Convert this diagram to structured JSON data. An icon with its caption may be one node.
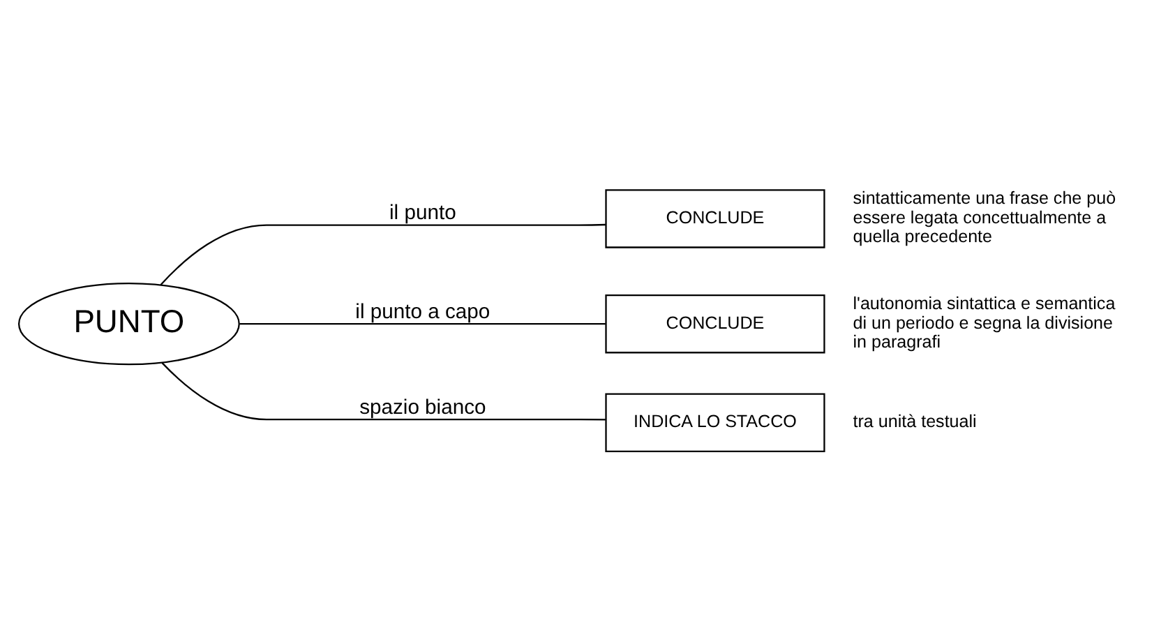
{
  "diagram": {
    "nodes": [
      {
        "text": [
          "PUNTO"
        ]
      },
      {
        "text": [
          "CONCLUDE"
        ],
        "beside": [
          "sintatticamente una frase che può essere legata concettualmente a quella precedente"
        ]
      },
      {
        "text": [
          "CONCLUDE"
        ],
        "beside": [
          "l'autonomia sintattica e semantica di un periodo e segna la divisione in paragrafi"
        ]
      },
      {
        "text": [
          "INDICA LO STACCO"
        ],
        "beside": [
          "tra unità testuali"
        ]
      }
    ],
    "edges": [
      {
        "from": 0,
        "to": 1,
        "arrow": "none",
        "label": "il punto"
      },
      {
        "from": 0,
        "to": 2,
        "arrow": "none",
        "label": "il punto a capo"
      },
      {
        "from": 0,
        "to": 3,
        "arrow": "none",
        "label": "spazio bianco"
      }
    ]
  }
}
